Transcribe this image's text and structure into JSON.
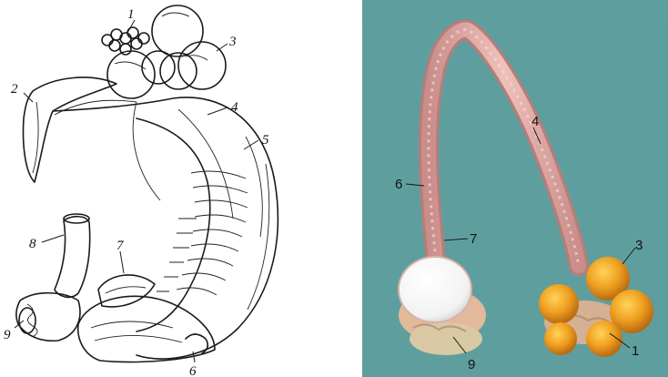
{
  "left_figure": {
    "labels": [
      "1",
      "2",
      "3",
      "4",
      "5",
      "6",
      "7",
      "8",
      "9"
    ]
  },
  "right_figure": {
    "labels": [
      "4",
      "6",
      "7",
      "3",
      "9",
      "1"
    ]
  }
}
